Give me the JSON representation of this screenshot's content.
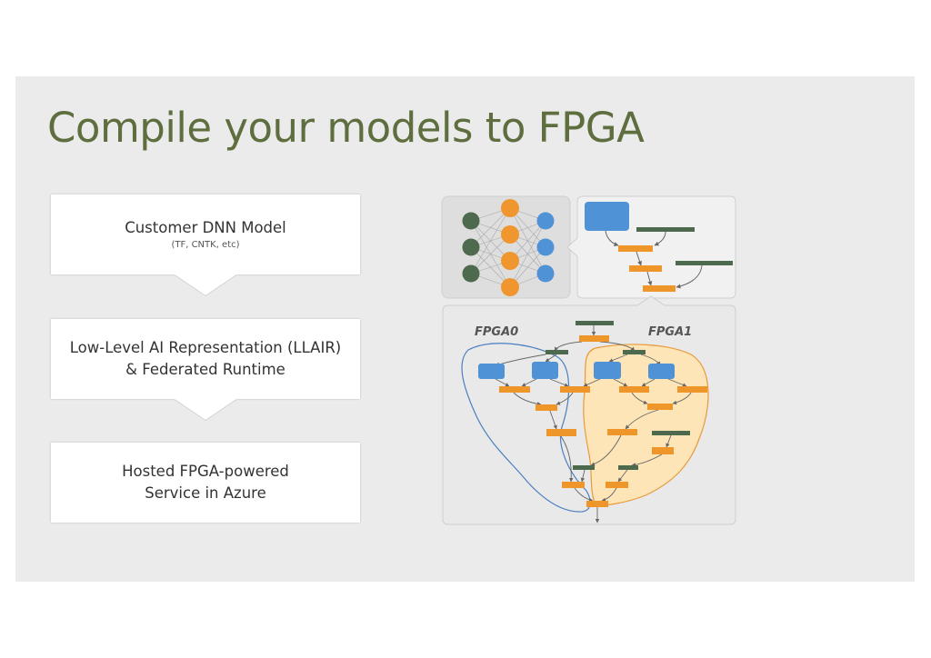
{
  "slide": {
    "title": "Compile your models to FPGA",
    "steps": [
      {
        "main": "Customer DNN Model",
        "sub": "(TF, CNTK, etc)"
      },
      {
        "main": "Low-Level AI Representation (LLAIR)",
        "main2": "& Federated Runtime"
      },
      {
        "main": "Hosted FPGA-powered",
        "main2": "Service in Azure"
      }
    ]
  },
  "diagram": {
    "partition_labels": [
      "FPGA0",
      "FPGA1"
    ],
    "colors": {
      "input_node": "#4e6a4e",
      "hidden_node": "#f0962e",
      "output_node": "#4f93d6",
      "op_orange": "#ee9629",
      "op_blue": "#4f93d6",
      "tensor_bar": "#4e6a4e",
      "fpga0_outline": "#4a7fc0",
      "fpga1_fill": "#fde5b8",
      "fpga1_outline": "#e89a3c"
    }
  }
}
